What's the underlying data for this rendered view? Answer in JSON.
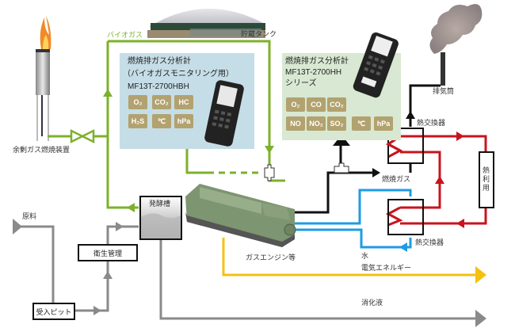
{
  "labels": {
    "biogas": "バイオガス",
    "storage_tank": "貯蔵タンク",
    "flare": "余剰ガス燃焼装置",
    "stack": "排気筒",
    "heat_exchanger_top": "熱交換器",
    "heat_exchanger_bottom": "熱交換器",
    "combustion_gas": "燃焼ガス",
    "heat_use": "熱利用",
    "water": "水",
    "gas_engine": "ガスエンジン等",
    "electric_energy": "電気エネルギー",
    "digestate": "消化液",
    "raw_material": "原料",
    "fermentation_tank": "発酵槽",
    "hygiene_management": "衛生管理",
    "receiving_pit": "受入ピット"
  },
  "analyzer_biogas": {
    "title": "燃焼排ガス分析計",
    "subtitle": "（バイオガスモニタリング用）",
    "model": "MF13T-2700HBH",
    "badges": [
      "O₂",
      "CO₂",
      "HC",
      "H₂S",
      "℃",
      "hPa"
    ]
  },
  "analyzer_exhaust": {
    "title": "燃焼排ガス分析計",
    "model": "MF13T-2700HH",
    "series": "シリーズ",
    "badges_row1": [
      "O₂",
      "CO",
      "CO₂"
    ],
    "badges_row2": [
      "NO",
      "NO₂",
      "SO₂",
      "℃",
      "hPa"
    ]
  },
  "colors": {
    "biogas_line": "#7db12b",
    "exhaust_line": "#111111",
    "heat_line": "#c8141e",
    "water_line": "#1e9be6",
    "electric_line": "#f5c010",
    "material_line": "#8a8a8a",
    "badge": "#b2a26f"
  }
}
